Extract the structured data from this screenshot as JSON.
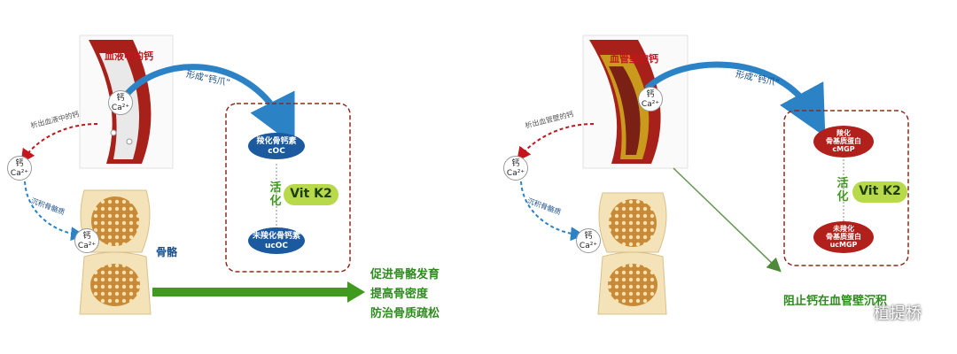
{
  "left": {
    "blood_title": "血液中的钙",
    "form_label": "形成“钙爪”",
    "release_label": "析出血液中的钙",
    "release_highlight": "血液",
    "deposit_label": "沉积骨骼质",
    "calcium_label": "钙",
    "calcium_sub": "Ca²⁺",
    "bone_label": "骨骼",
    "active_protein_name": "羧化骨钙素",
    "active_protein_abbr": "cOC",
    "inactive_protein_name": "未羧化骨钙素",
    "inactive_protein_abbr": "ucOC",
    "activate_label": "活化",
    "vitamin_label": "Vit K2",
    "outcomes": [
      "促进骨骼发育",
      "提高骨密度",
      "防治骨质疏松"
    ]
  },
  "right": {
    "blood_title": "血管壁的钙",
    "form_label": "形成“钙爪”",
    "release_label": "析出血管壁的钙",
    "release_highlight": "血管壁",
    "deposit_label": "沉积骨骼质",
    "calcium_label": "钙",
    "calcium_sub": "Ca²⁺",
    "active_protein_name": "羧化\n骨基质蛋白",
    "active_protein_abbr": "cMGP",
    "inactive_protein_name": "未羧化\n骨基质蛋白",
    "inactive_protein_abbr": "ucMGP",
    "activate_label": "活化",
    "vitamin_label": "Vit K2",
    "outcome": "阻止钙在血管壁沉积"
  },
  "watermark": "植提桥",
  "colors": {
    "artery_red": "#b3261e",
    "arrow_blue": "#2b83c6",
    "pill_blue": "#1c5aa0",
    "pill_red": "#b1201b",
    "vitk2_green": "#b8d94a",
    "outcome_green": "#3f9a1e",
    "dash_box": "#8b2a1c"
  }
}
